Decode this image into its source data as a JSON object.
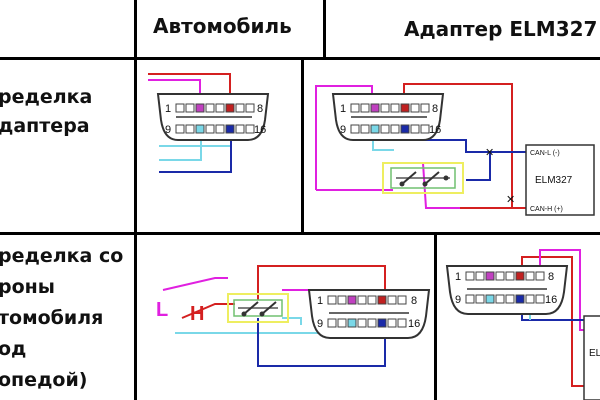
{
  "headers": {
    "car": "Автомобиль",
    "adapter": "Адаптер ELM327"
  },
  "rows": {
    "adapter_mod": {
      "line1": "ределка",
      "line2": "даптера"
    },
    "car_mod": {
      "line1": "ределка со",
      "line2": "роны",
      "line3": "томобиля",
      "line4": "од",
      "line5": "опедой)"
    }
  },
  "connector": {
    "pin_left_top": "1",
    "pin_right_top": "8",
    "pin_left_bottom": "9",
    "pin_right_bottom": "16"
  },
  "elm": {
    "label": "ELM327",
    "can_l": "CAN-L (-)",
    "can_h": "CAN-H (+)",
    "partial_label": "EL"
  },
  "markers": {
    "l": "L",
    "h": "H",
    "cross": "✕"
  },
  "colors": {
    "red": "#d42020",
    "magenta": "#e020e0",
    "blue": "#1a2aa8",
    "cyan": "#7ad8e8",
    "yellow": "#eeee60",
    "green": "#70c070"
  }
}
